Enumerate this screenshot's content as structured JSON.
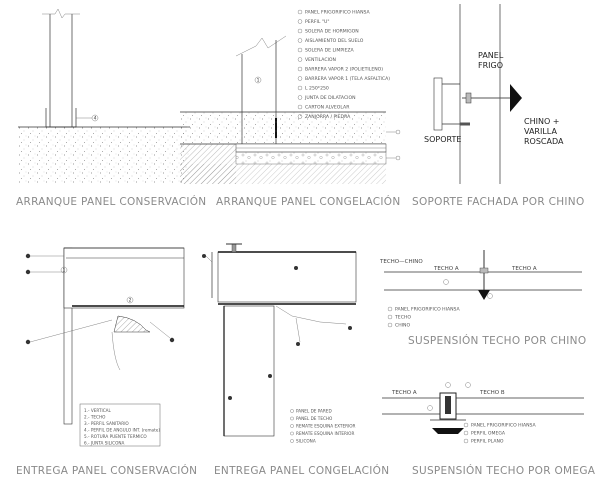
{
  "captions": {
    "arranque_conservacion": "ARRANQUE PANEL CONSERVACIÓN",
    "arranque_congelacion": "ARRANQUE PANEL CONGELACIÓN",
    "soporte_fachada": "SOPORTE FACHADA POR CHINO",
    "entrega_conservacion": "ENTREGA PANEL CONSERVACIÓN",
    "entrega_congelacion": "ENTREGA PANEL CONGELACIÓN",
    "suspension_chino": "SUSPENSIÓN TECHO POR CHINO",
    "suspension_omega": "SUSPENSIÓN TECHO POR OMEGA"
  },
  "congelacion_legend": [
    "PANEL FRIGORIFICO HIANSA",
    "PERFIL \"U\"",
    "SOLERA DE HORMIGON",
    "AISLAMIENTO DEL SUELO",
    "SOLERA DE LIMPIEZA",
    "VENTILACION",
    "BARRERA VAPOR 2 (POLIETILENO)",
    "BARRERA VAPOR 1 (TELA ASFALTICA)",
    "L 250*250",
    "JUNTA DE DILATACION",
    "CARTON ALVEOLAR",
    "ZANJORRA / PIEDRA"
  ],
  "fachada": {
    "panel_line1": "PANEL",
    "panel_line2": "FRIGO",
    "soporte": "SOPORTE",
    "chino_line1": "CHINO +",
    "chino_line2": "VARILLA",
    "chino_line3": "ROSCADA"
  },
  "suspension_chino": {
    "techo_chino": "TECHO—CHINO",
    "techo_a_left": "TECHO  A",
    "techo_a_right": "TECHO  A",
    "legend": [
      "PANEL FRIGORIFICO HIANSA",
      "TECHO",
      "CHINO"
    ]
  },
  "suspension_omega": {
    "techo_a": "TECHO  A",
    "techo_b": "TECHO  B",
    "legend": [
      "PANEL FRIGORIFICO HIANSA",
      "PERFIL OMEGA",
      "PERFIL PLANO"
    ]
  },
  "entrega_conservacion_legend": [
    "1.- VERTICAL",
    "2.- TECHO",
    "3.- PERFIL SANITARIO",
    "4.- PERFIL DE ANGULO INT. (remate)",
    "5.- ROTURA PUENTE TERMICO",
    "6.- JUNTA SILICONA"
  ],
  "entrega_congelacion_legend": [
    "PANEL DE PARED",
    "PANEL DE TECHO",
    "REMATE ESQUINA EXTERIOR",
    "REMATE ESQUINA INTERIOR",
    "SILICONA"
  ],
  "numbers": {
    "one": "1",
    "two": "2",
    "three": "3",
    "four": "4",
    "five": "5",
    "six": "6"
  }
}
